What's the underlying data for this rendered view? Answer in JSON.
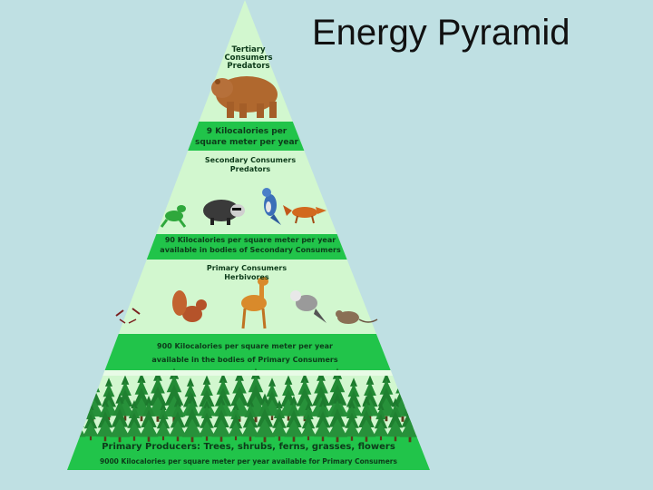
{
  "slide": {
    "title": "Energy Pyramid"
  },
  "pyramid": {
    "tertiary": {
      "label_line1": "Tertiary",
      "label_line2": "Consumers",
      "label_line3": "Predators",
      "energy_line1": "9 Kilocalories per",
      "energy_line2": "square meter per year"
    },
    "secondary": {
      "label_line1": "Secondary Consumers",
      "label_line2": "Predators",
      "energy_line1": "90 Kilocalories per square meter per year",
      "energy_line2": "available in bodies of Secondary Consumers"
    },
    "primary": {
      "label_line1": "Primary Consumers",
      "label_line2": "Herbivores",
      "energy_line1": "900 Kilocalories per square meter per year",
      "energy_line2": "available in the bodies of Primary Consumers"
    },
    "producers": {
      "label": "Primary Producers:  Trees, shrubs, ferns, grasses, flowers",
      "energy": "9000 Kilocalories per square meter per year available for Primary Consumers"
    }
  }
}
